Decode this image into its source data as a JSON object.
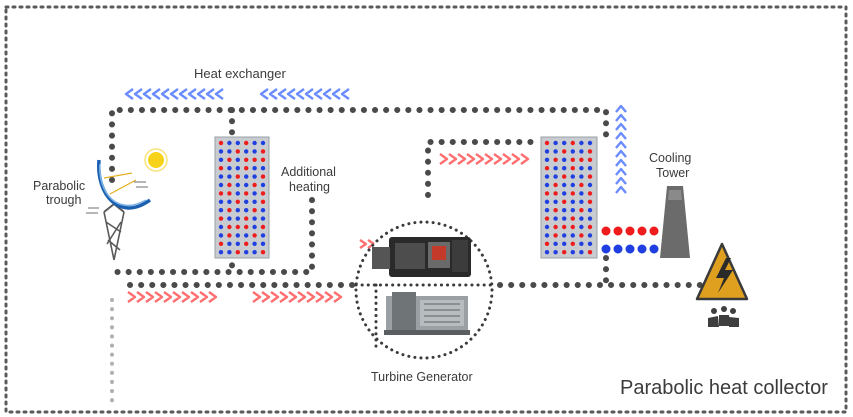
{
  "labels": {
    "heat_exchanger": "Heat exchanger",
    "parabolic_line1": "Parabolic",
    "parabolic_line2": "trough",
    "additional_line1": "Additional",
    "additional_line2": "heating",
    "cooling_line1": "Cooling",
    "cooling_line2": "Tower",
    "turbine_generator": "Turbine Generator",
    "caption": "Parabolic heat collector"
  },
  "colors": {
    "pipe": "#4a4a4a",
    "hot": "#ff6f6f",
    "cold": "#6a8cff",
    "red_dot": "#ee1c1c",
    "blue_dot": "#1f3fe0",
    "panel": "#c8cbd0",
    "tower": "#6b6b6b",
    "warning": "#e0a01f",
    "sun": "#f7d21a"
  },
  "icons": [
    "sun-icon",
    "parabolic-trough-icon",
    "turbine-icon",
    "generator-icon",
    "cooling-tower-icon",
    "high-voltage-icon",
    "power-consumers-icon"
  ]
}
